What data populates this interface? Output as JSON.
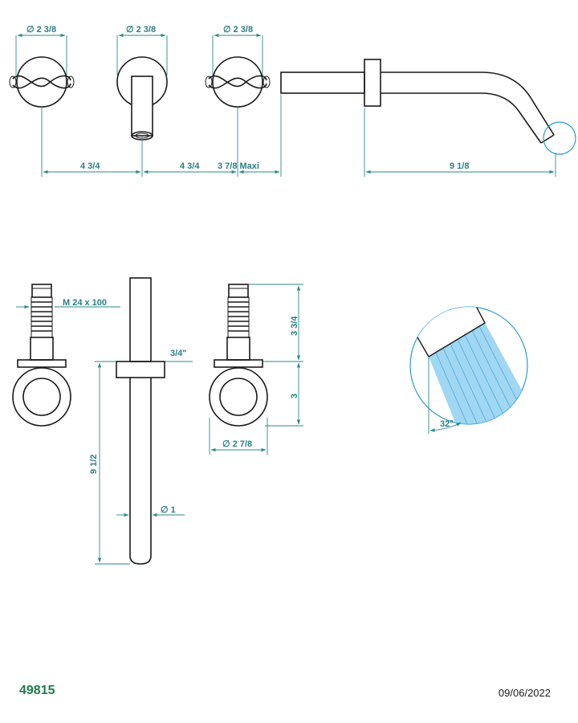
{
  "top_view": {
    "dim_dia_left": "∅ 2 3/8",
    "dim_dia_center": "∅ 2 3/8",
    "dim_dia_right": "∅ 2 3/8",
    "dim_spacing_1": "4 3/4",
    "dim_spacing_2": "4 3/4",
    "dim_max": "3 7/8 Maxi",
    "dim_spout": "9 1/8"
  },
  "side_views": {
    "dim_thread": "M  24  x 100",
    "dim_pipe": "3/4\"",
    "dim_length": "9 1/2",
    "dim_diameter_1": "∅ 1",
    "dim_height_upper": "3 3/4",
    "dim_height_lower": "3",
    "dim_dia_bottom": "∅ 2 7/8"
  },
  "detail_view": {
    "angle_label": "32°"
  },
  "footer": {
    "code": "49815",
    "date": "09/06/2022"
  },
  "colors": {
    "dimension": "#2a8a8f",
    "detail_fill": "#8fd0f0",
    "detail_stroke": "#2a9bd6",
    "code": "#1f7a4a"
  }
}
